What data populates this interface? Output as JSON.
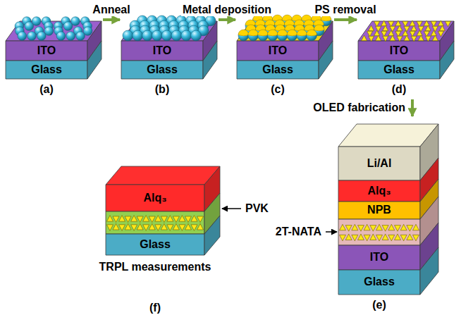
{
  "diagram": {
    "nodes": [
      {
        "text": [
          "(a)"
        ]
      },
      {
        "text": [
          "ITO"
        ],
        "in": 0
      },
      {
        "text": [
          "Glass"
        ],
        "in": 0
      },
      {
        "text": [
          "(b)"
        ]
      },
      {
        "text": [
          "ITO"
        ],
        "in": 3
      },
      {
        "text": [
          "Glass"
        ],
        "in": 3
      },
      {
        "text": [
          "(c)"
        ]
      },
      {
        "text": [
          "ITO"
        ],
        "in": 6
      },
      {
        "text": [
          "Glass"
        ],
        "in": 6
      },
      {
        "text": [
          "(d)"
        ]
      },
      {
        "text": [
          "ITO"
        ],
        "in": 9
      },
      {
        "text": [
          "Glass"
        ],
        "in": 9
      },
      {
        "text": [
          "TRPL measurements",
          "(f)"
        ]
      },
      {
        "text": [
          "Alq₃"
        ],
        "in": 12
      },
      {
        "text": [
          "Glass"
        ],
        "in": 12
      },
      {
        "text": [
          "(e)"
        ]
      },
      {
        "text": [
          "Li/Al"
        ],
        "in": 15
      },
      {
        "text": [
          "Alq₃"
        ],
        "in": 15
      },
      {
        "text": [
          "NPB"
        ],
        "in": 15
      },
      {
        "text": [
          "ITO"
        ],
        "in": 15
      },
      {
        "text": [
          "Glass"
        ],
        "in": 15
      }
    ],
    "edges": [
      {
        "from": 0,
        "to": 3,
        "arrow": "to",
        "label": "Anneal"
      },
      {
        "from": 3,
        "to": 6,
        "arrow": "to",
        "label": "Metal deposition"
      },
      {
        "from": 6,
        "to": 9,
        "arrow": "to",
        "label": "PS removal"
      },
      {
        "from": 9,
        "to": 15,
        "arrow": "to",
        "label": "OLED fabrication"
      }
    ],
    "labels": [
      "PVK",
      "2T-NATA"
    ]
  }
}
